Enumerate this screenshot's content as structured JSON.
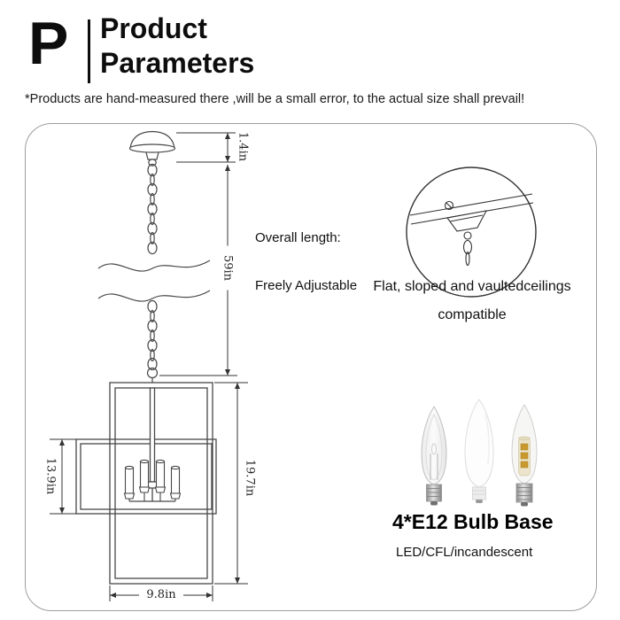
{
  "header": {
    "logo": "P",
    "title_line1": "Product",
    "title_line2": "Parameters"
  },
  "disclaimer": "*Products are hand-measured there ,will be a small error, to the actual size shall prevail!",
  "diagram": {
    "canopy_height": "1.4in",
    "chain_length": "59in",
    "overall_label": "Overall length:",
    "overall_note": "Freely Adjustable",
    "wing_height": "13.9in",
    "frame_height": "19.7in",
    "frame_width": "9.8in"
  },
  "ceiling_feature": {
    "line1": "Flat, sloped and vaultedceilings",
    "line2": "compatible"
  },
  "bulb_info": {
    "title": "4*E12 Bulb Base",
    "subtitle": "LED/CFL/incandescent"
  },
  "colors": {
    "line": "#474747",
    "dimension": "#333333",
    "text": "#111111"
  }
}
